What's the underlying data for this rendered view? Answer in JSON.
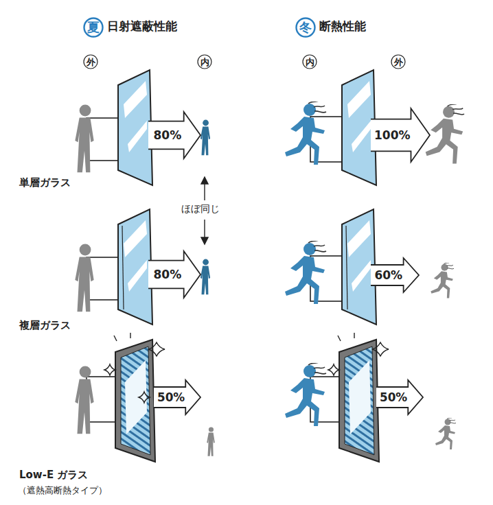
{
  "diagram": {
    "nodes": [
      {
        "text": [
          "夏"
        ]
      },
      {
        "text": [
          "冬"
        ]
      },
      {
        "text": [
          "外"
        ]
      },
      {
        "text": [
          "内"
        ]
      },
      {
        "text": [
          "内"
        ]
      },
      {
        "text": [
          "外"
        ]
      },
      {
        "text": [
          "80%"
        ]
      },
      {
        "text": [
          "100%"
        ]
      },
      {
        "text": [
          "80%"
        ]
      },
      {
        "text": [
          "60%"
        ]
      },
      {
        "text": [
          "50%"
        ]
      },
      {
        "text": [
          "50%"
        ]
      }
    ],
    "labels": [
      "日射遮蔽性能",
      "断熱性能",
      "単層ガラス",
      "ほぼ同じ",
      "複層ガラス",
      "Low-E ガラス",
      "（遮熱高断熱タイプ）"
    ]
  }
}
